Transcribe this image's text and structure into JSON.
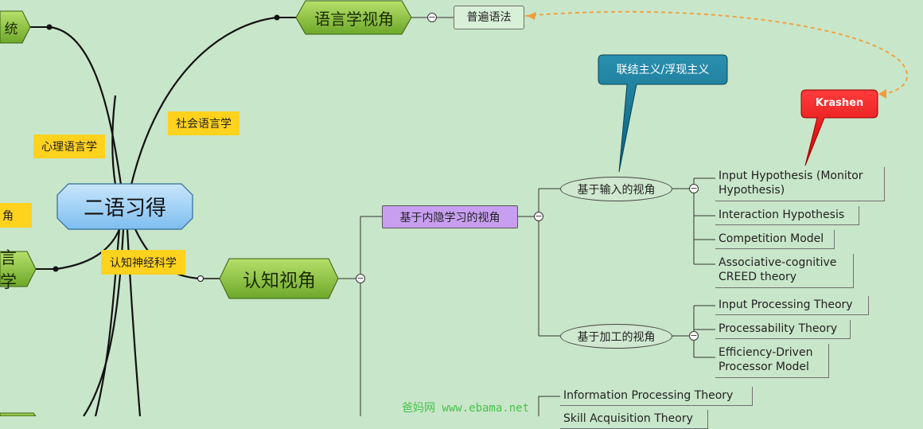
{
  "central": {
    "label": "二语习得"
  },
  "left_partial": {
    "top": "统",
    "mid": "言学",
    "bottom": "角"
  },
  "branches": {
    "linguistics": {
      "label": "语言学视角",
      "child": "普遍语法"
    },
    "cognitive": {
      "label": "认知视角"
    }
  },
  "tags": {
    "sociolinguistics": "社会语言学",
    "psycholinguistics": "心理语言学",
    "neuroscience": "认知神经科学"
  },
  "callouts": {
    "connectionism": "联结主义/浮现主义",
    "krashen": "Krashen"
  },
  "cognitive_tree": {
    "implicit": "基于内隐学习的视角",
    "input_view": "基于输入的视角",
    "processing_view": "基于加工的视角",
    "input_items": [
      "Input Hypothesis (Monitor Hypothesis)",
      "Interaction Hypothesis",
      "Competition Model",
      "Associative-cognitive CREED theory"
    ],
    "processing_items": [
      "Input Processing Theory",
      "Processability Theory",
      "Efficiency-Driven Processor Model"
    ],
    "bottom_items": [
      "Information Processing Theory",
      "Skill Acquisition Theory"
    ]
  },
  "watermark": "爸妈网 www.ebama.net",
  "colors": {
    "background": "#c8e6c9",
    "topic_green": "#8cc63f",
    "central_blue": "#8ec9f5",
    "tag_yellow": "#ffd21e",
    "callout_teal": "#0e6f8c",
    "callout_red": "#e60000",
    "purple": "#c89ff0",
    "link_orange": "#f39c3a"
  },
  "icons": {
    "collapse": "collapse-minus-icon"
  }
}
